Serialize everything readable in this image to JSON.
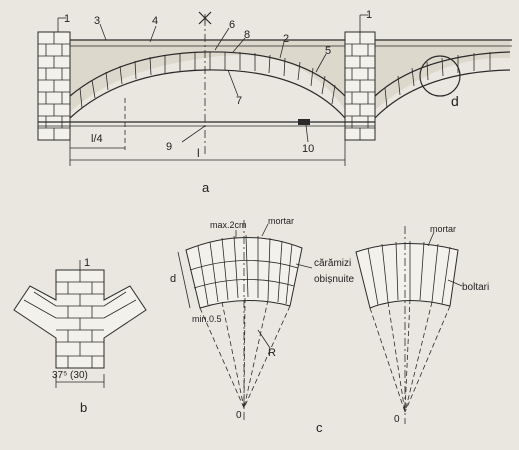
{
  "figure_a": {
    "callouts": [
      "1",
      "3",
      "4",
      "6",
      "8",
      "2",
      "5",
      "1",
      "7",
      "9",
      "10"
    ],
    "detail_label": "d",
    "quarter_span": "l/4",
    "span": "l",
    "caption": "a"
  },
  "figure_b": {
    "callout": "1",
    "dimension": "37⁵ (30)",
    "caption": "b"
  },
  "figure_c": {
    "max_joint": "max.2cm",
    "min_joint": "min.0.5",
    "left_mortar": "mortar",
    "ordinary_bricks_1": "cărămizi",
    "ordinary_bricks_2": "obișnuite",
    "thickness": "d",
    "radius": "R",
    "left_center": "0",
    "right_mortar": "mortar",
    "wedge_bricks": "boltari",
    "right_center": "0",
    "caption": "c"
  }
}
